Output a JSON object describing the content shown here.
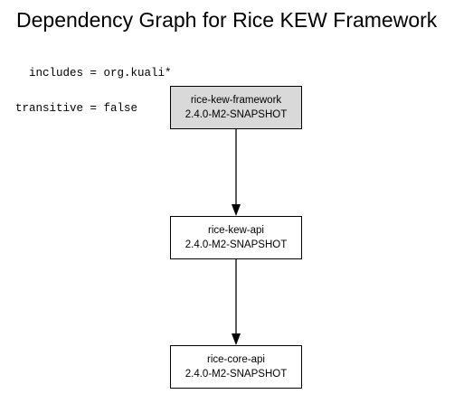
{
  "title": "Dependency Graph for Rice KEW Framework",
  "config": {
    "includes_line": "  includes = org.kuali*",
    "transitive_line": "transitive = false"
  },
  "nodes": [
    {
      "id": "rice-kew-framework",
      "name": "rice-kew-framework",
      "version": "2.4.0-M2-SNAPSHOT",
      "fill": "#d9d9d9",
      "root": true
    },
    {
      "id": "rice-kew-api",
      "name": "rice-kew-api",
      "version": "2.4.0-M2-SNAPSHOT",
      "fill": "#ffffff",
      "root": false
    },
    {
      "id": "rice-core-api",
      "name": "rice-core-api",
      "version": "2.4.0-M2-SNAPSHOT",
      "fill": "#ffffff",
      "root": false
    }
  ],
  "edges": [
    {
      "from": "rice-kew-framework",
      "to": "rice-kew-api"
    },
    {
      "from": "rice-kew-api",
      "to": "rice-core-api"
    }
  ],
  "colors": {
    "stroke": "#000000",
    "root_fill": "#d9d9d9",
    "node_fill": "#ffffff"
  }
}
